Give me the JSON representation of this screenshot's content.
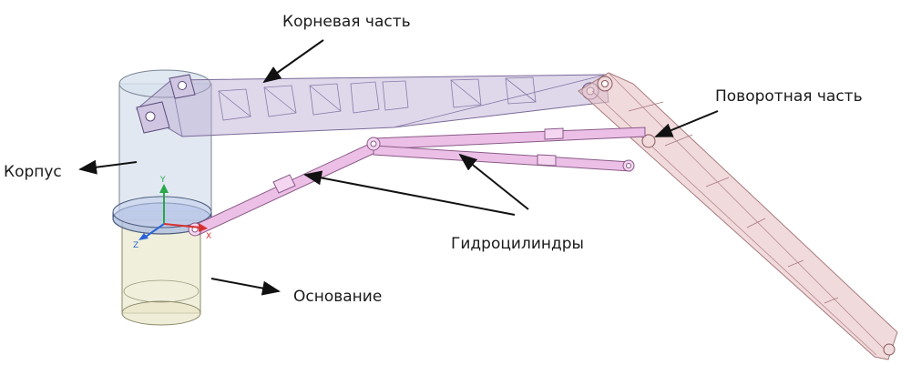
{
  "labels": {
    "root_part": "Корневая часть",
    "rotary_part": "Поворотная часть",
    "body": "Корпус",
    "hydraulic_cylinders": "Гидроцилиндры",
    "base": "Основание"
  },
  "axis_labels": {
    "y": "Y",
    "z": "Z",
    "x": "X"
  },
  "colors": {
    "root_boom": "#b9a8d3",
    "rotary_boom": "#e7c2c4",
    "body_cylinder": "#c9d6e6",
    "base_cylinder": "#e4e2bf",
    "hydraulic": "#ecc0e6",
    "axis_y": "#2aa84a",
    "axis_z": "#2a63d6",
    "axis_x": "#d83030"
  }
}
